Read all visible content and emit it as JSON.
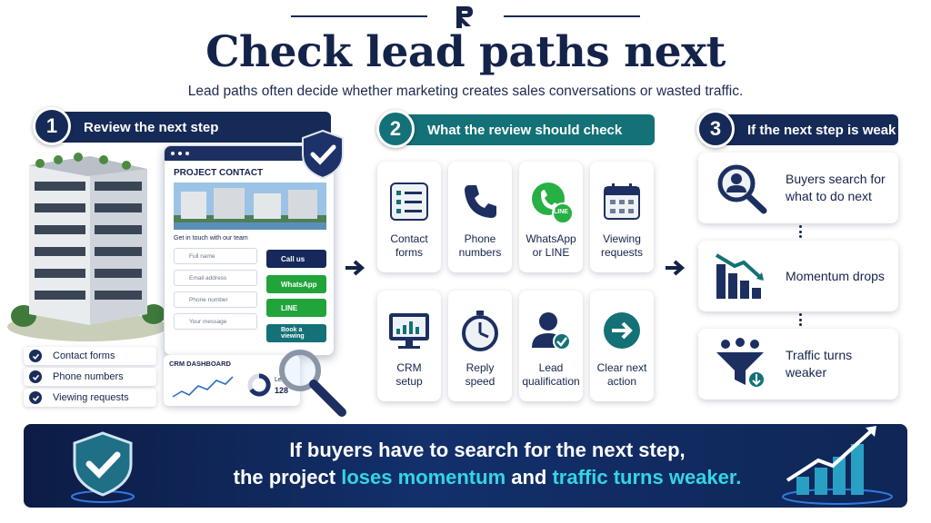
{
  "header": {
    "title": "Check lead paths next",
    "subtitle": "Lead paths often decide whether marketing creates sales conversations or wasted traffic."
  },
  "steps": [
    {
      "number": "1",
      "label": "Review the next step",
      "color": "#152a57"
    },
    {
      "number": "2",
      "label": "What the review should check",
      "color": "#137177"
    },
    {
      "number": "3",
      "label": "If the next step is weak",
      "color": "#152a57"
    }
  ],
  "checklist": [
    {
      "label": "Contact forms"
    },
    {
      "label": "Phone numbers"
    },
    {
      "label": "Viewing requests"
    }
  ],
  "contact_form": {
    "title": "PROJECT CONTACT",
    "intro": "Get in touch with our team",
    "fields": [
      "Full name",
      "Email address",
      "Phone number",
      "Your message"
    ],
    "buttons": [
      {
        "label": "Call us",
        "color": "#16295a"
      },
      {
        "label": "WhatsApp",
        "color": "#21a43a"
      },
      {
        "label": "LINE",
        "color": "#21a43a"
      },
      {
        "label": "Book a viewing",
        "color": "#137177"
      }
    ]
  },
  "crm": {
    "title": "CRM DASHBOARD",
    "stat_label": "Lea",
    "stat_value": "128"
  },
  "review_checks": [
    {
      "label": "Contact\nforms",
      "icon": "form-list-icon"
    },
    {
      "label": "Phone\nnumbers",
      "icon": "phone-icon"
    },
    {
      "label": "WhatsApp\nor LINE",
      "icon": "whatsapp-line-icon",
      "badge": "LINE"
    },
    {
      "label": "Viewing\nrequests",
      "icon": "calendar-icon"
    },
    {
      "label": "CRM\nsetup",
      "icon": "crm-monitor-icon"
    },
    {
      "label": "Reply\nspeed",
      "icon": "stopwatch-icon"
    },
    {
      "label": "Lead\nqualification",
      "icon": "person-check-icon"
    },
    {
      "label": "Clear next\naction",
      "icon": "arrow-circle-icon"
    }
  ],
  "consequences": [
    {
      "label": "Buyers search for what to do next",
      "icon": "magnifier-person-icon"
    },
    {
      "label": "Momentum drops",
      "icon": "declining-bars-icon"
    },
    {
      "label": "Traffic turns weaker",
      "icon": "funnel-icon"
    }
  ],
  "banner": {
    "line1": "If buyers have to search for the next step,",
    "line2_pre": "the project ",
    "line2_hl1": "loses momentum",
    "line2_mid": " and ",
    "line2_hl2": "traffic turns weaker.",
    "accent": "#33d5e6"
  }
}
